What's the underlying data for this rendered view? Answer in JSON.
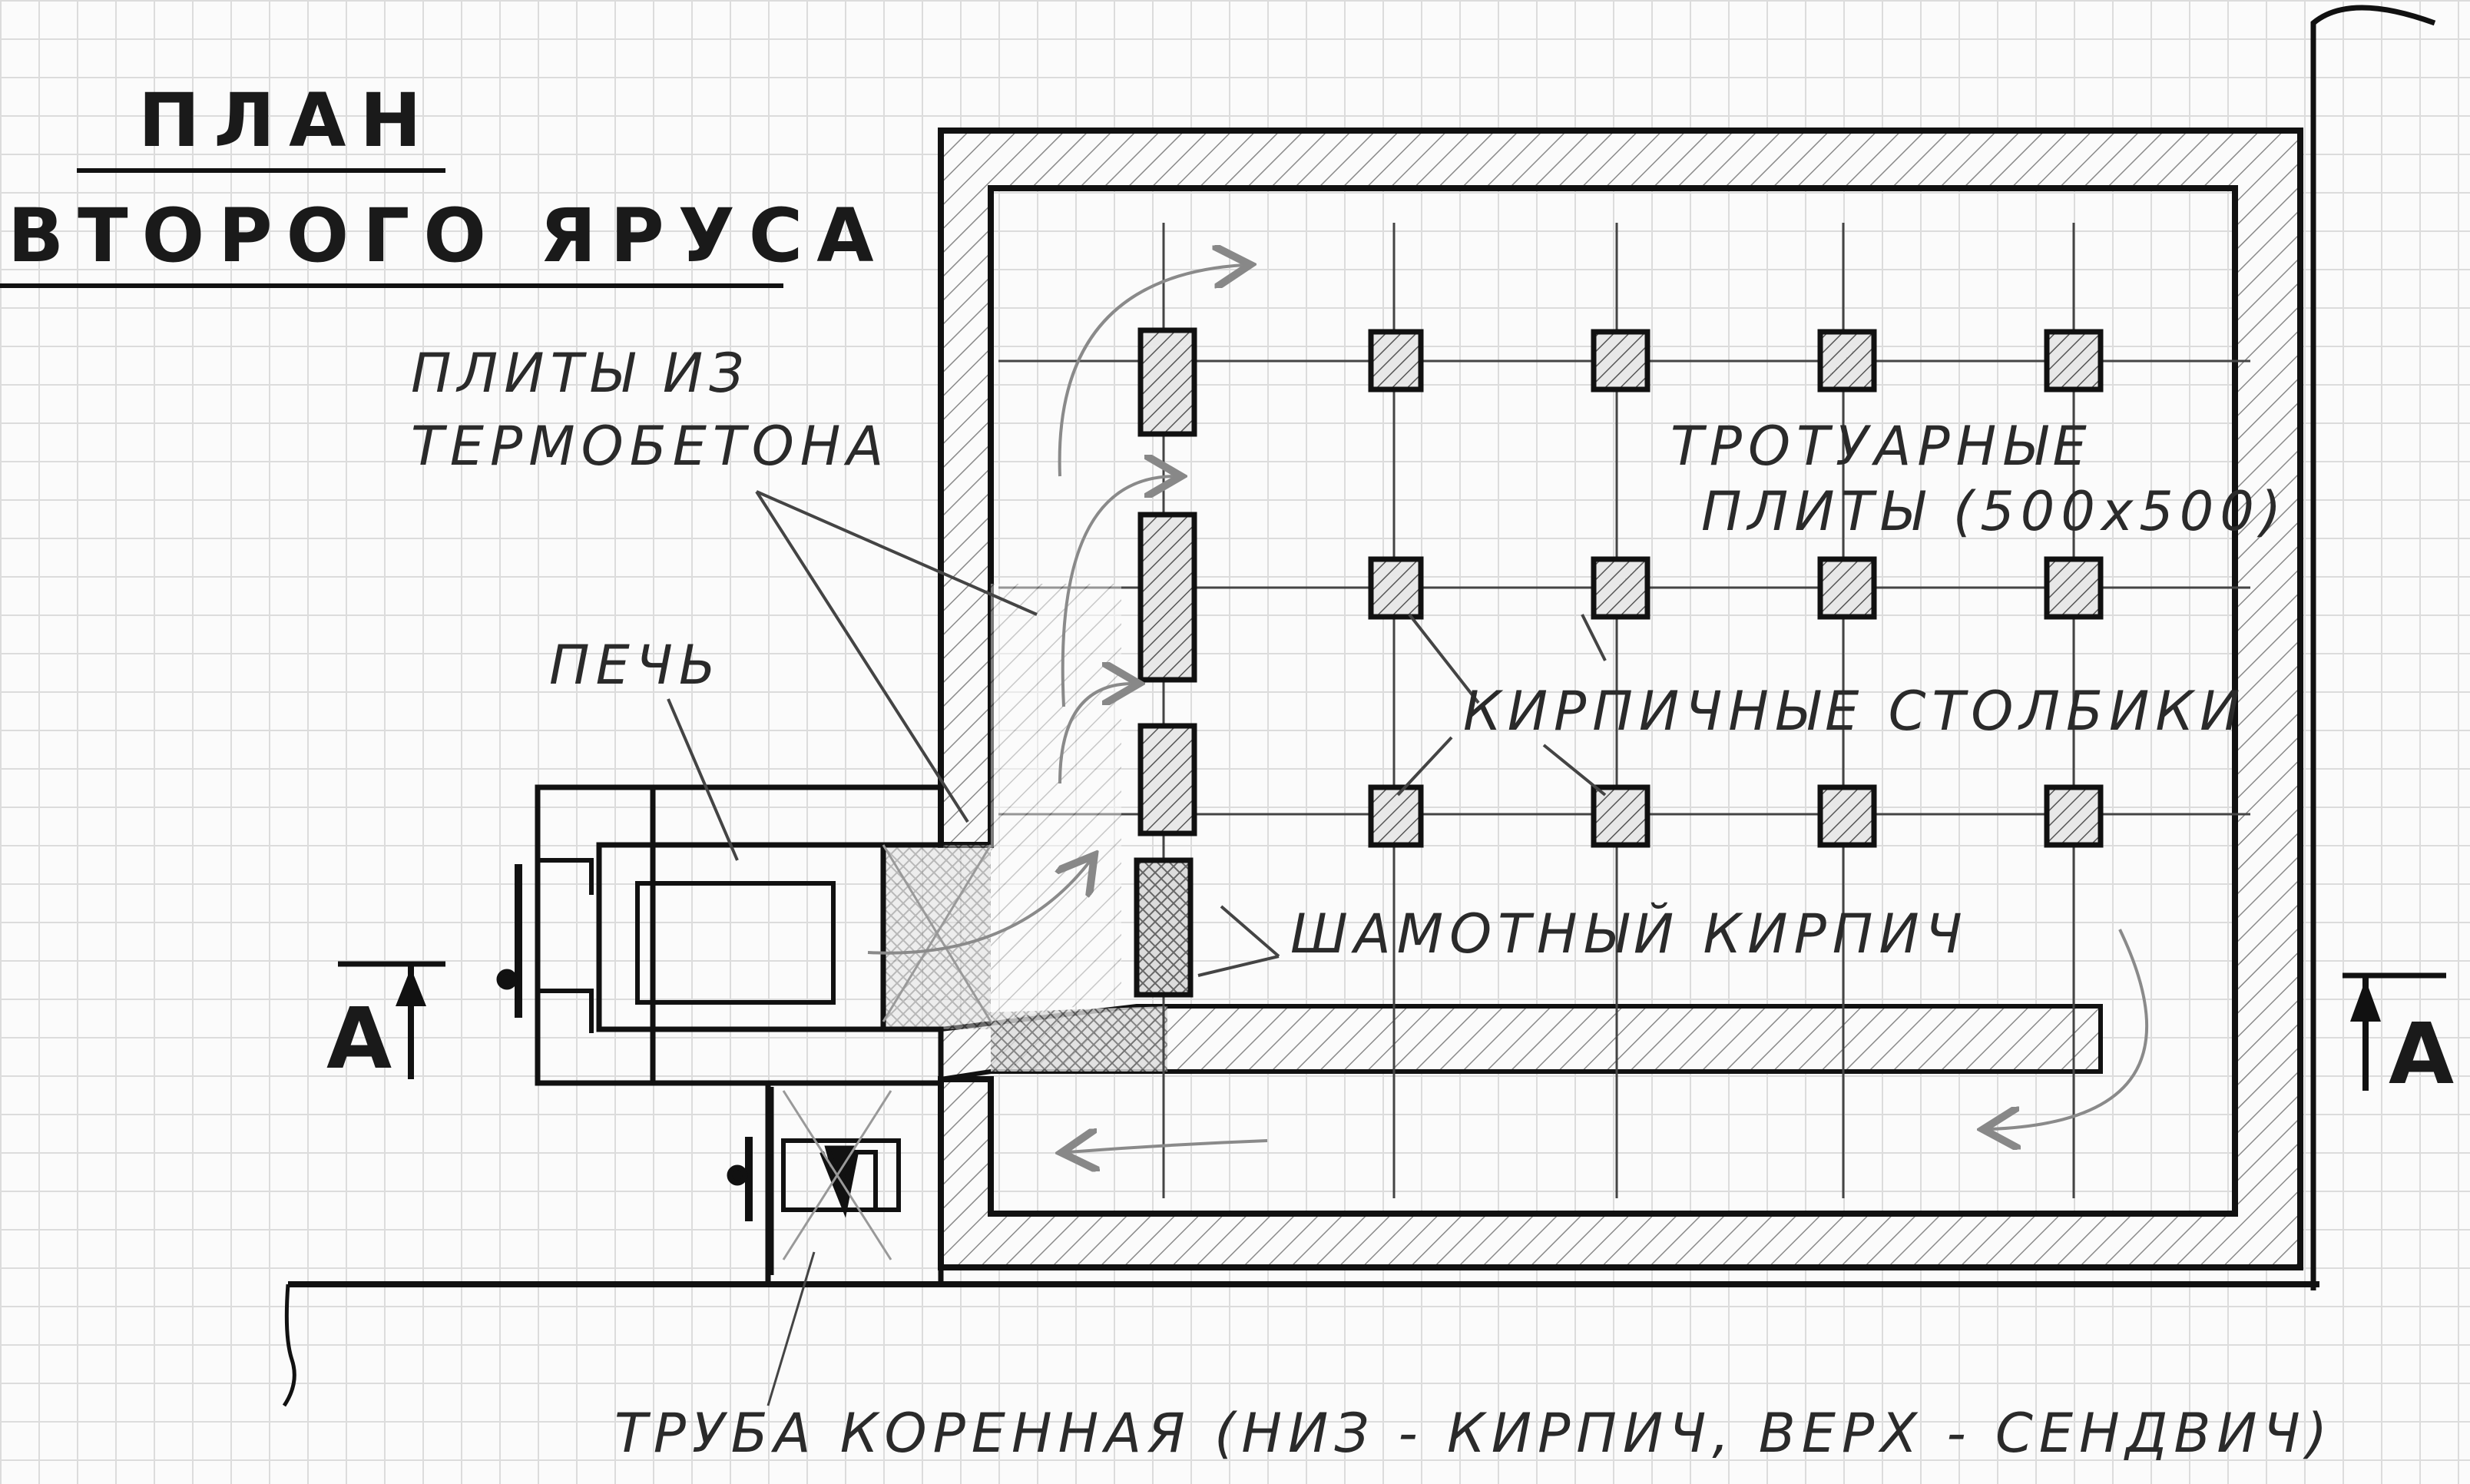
{
  "title": {
    "line1": "ПЛАН",
    "line2": "ВТОРОГО ЯРУСА"
  },
  "labels": {
    "slabs": [
      "ПЛИТЫ ИЗ",
      "ТЕРМОБЕТОНА"
    ],
    "stove": "ПЕЧЬ",
    "paving": [
      "ТРОТУАРНЫЕ",
      "ПЛИТЫ (500x500)"
    ],
    "columns": "КИРПИЧНЫЕ СТОЛБИКИ",
    "firebrick": "ШАМОТНЫЙ КИРПИЧ",
    "chimney": "ТРУБА КОРЕННАЯ (НИЗ - КИРПИЧ, ВЕРХ - СЕНДВИЧ)"
  },
  "section_marks": {
    "left": "А",
    "right": "А"
  },
  "colors": {
    "ink": "#111111",
    "hatch": "#8a8a8a",
    "pencil": "#9a9a9a",
    "paper": "#fbfbfb",
    "grid": "#dcdcdc"
  }
}
